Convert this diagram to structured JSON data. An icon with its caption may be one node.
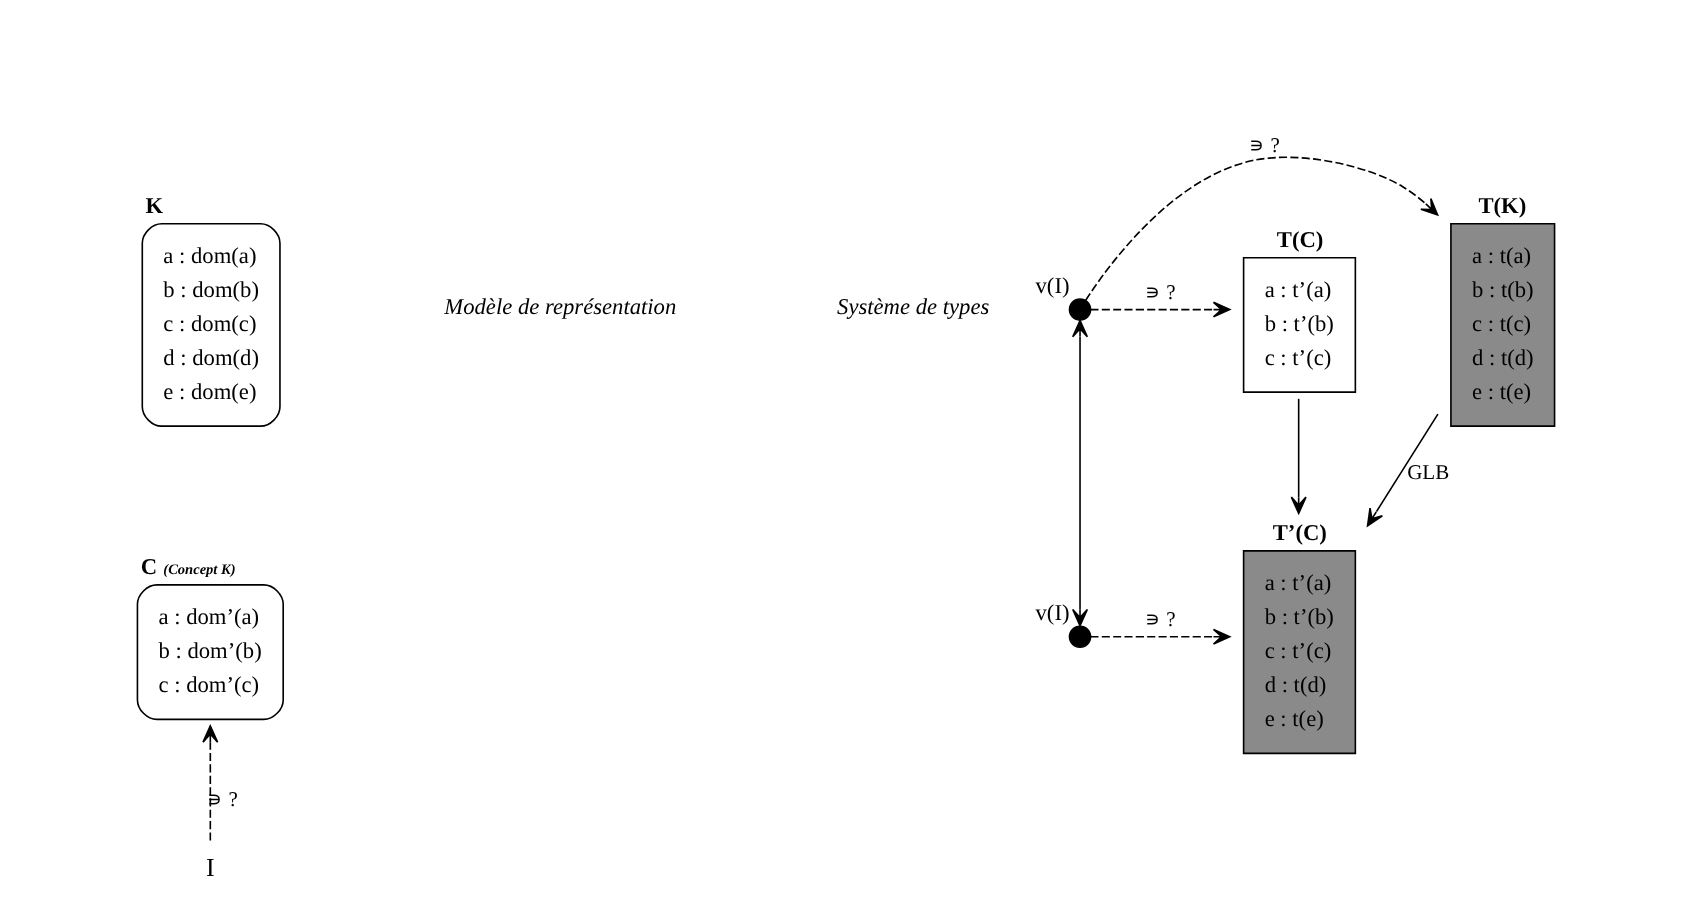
{
  "diagram": {
    "nodes": [
      {
        "text": [
          "K",
          "a : dom(a)",
          "b : dom(b)",
          "c : dom(c)",
          "d : dom(d)",
          "e : dom(e)"
        ]
      },
      {
        "text": [
          "C",
          "(Concept K)",
          "a : dom’(a)",
          "b : dom’(b)",
          "c : dom’(c)"
        ]
      },
      {
        "text": [
          "I"
        ]
      },
      {
        "text": [
          "T(K)",
          "a : t(a)",
          "b : t(b)",
          "c : t(c)",
          "d : t(d)",
          "e : t(e)"
        ]
      },
      {
        "text": [
          "T(C)",
          "a : t’(a)",
          "b : t’(b)",
          "c : t’(c)"
        ]
      },
      {
        "text": [
          "T’(C)",
          "a : t’(a)",
          "b : t’(b)",
          "c : t’(c)",
          "d : t(d)",
          "e : t(e)"
        ]
      },
      {
        "text": [],
        "shape": "circle",
        "beside": [
          "v(I)"
        ]
      },
      {
        "text": [],
        "shape": "circle",
        "beside": [
          "v(I)"
        ]
      }
    ],
    "edges": [
      {
        "from": 2,
        "to": 1,
        "arrow": "to",
        "style": "dashed",
        "label": "∍ ?"
      },
      {
        "from": 3,
        "to": 5,
        "arrow": "to",
        "label": "GLB"
      },
      {
        "from": 4,
        "to": 5,
        "arrow": "to"
      },
      {
        "from": 6,
        "to": 4,
        "arrow": "to",
        "style": "dashed",
        "label": "∍ ?"
      },
      {
        "from": 6,
        "to": 3,
        "arrow": "to",
        "style": "dashed",
        "label": "∍ ?"
      },
      {
        "from": 6,
        "to": 7,
        "arrow": "both"
      },
      {
        "from": 7,
        "to": 5,
        "arrow": "to",
        "style": "dashed",
        "label": "∍ ?"
      }
    ],
    "labels": [
      "Modèle de représentation",
      "Système de types"
    ]
  }
}
